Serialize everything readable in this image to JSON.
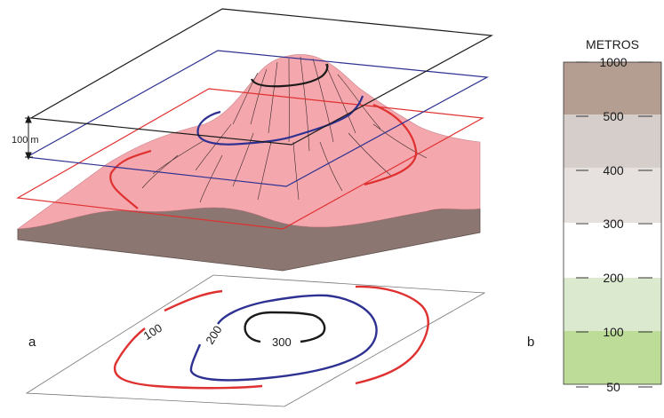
{
  "panel_a": {
    "label": "a",
    "interval_label": "100 m",
    "contours": [
      {
        "value": "100",
        "color": "#e03131"
      },
      {
        "value": "200",
        "color": "#2e3192"
      },
      {
        "value": "300",
        "color": "#1a1a1a"
      }
    ]
  },
  "panel_b": {
    "label": "b",
    "title": "METROS",
    "ticks": [
      "1000",
      "500",
      "400",
      "300",
      "200",
      "100",
      "50"
    ],
    "bands": [
      {
        "from": "1000",
        "to": "500",
        "color": "#b49d91"
      },
      {
        "from": "500",
        "to": "400",
        "color": "#d6cecb"
      },
      {
        "from": "400",
        "to": "300",
        "color": "#e6e1df"
      },
      {
        "from": "300",
        "to": "200",
        "color": "#ffffff"
      },
      {
        "from": "200",
        "to": "100",
        "color": "#dbe9cf"
      },
      {
        "from": "100",
        "to": "50",
        "color": "#bcdc97"
      }
    ]
  },
  "colors": {
    "terrain_top": "#f4a7ad",
    "terrain_side": "#8c7671",
    "hachure": "#3a2a2a"
  }
}
